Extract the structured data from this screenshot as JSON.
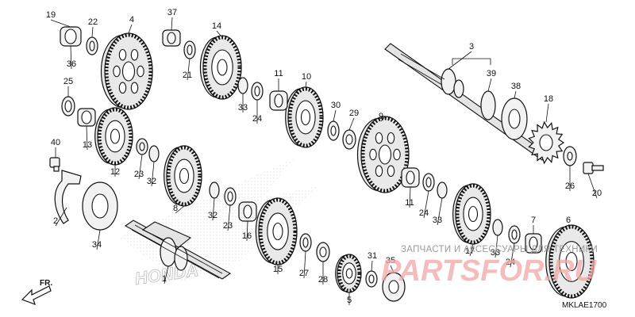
{
  "diagram_code": "MKLAE1700",
  "direction_label": "FR.",
  "watermark": {
    "caption": "ЗАПЧАСТИ И АКСЕССУАРЫ ДЛЯ ТЕХНИКИ",
    "logo": "PARTSFOR.RU"
  },
  "brand_mark": "HONDA",
  "callouts": [
    "19",
    "22",
    "4",
    "37",
    "14",
    "36",
    "25",
    "21",
    "13",
    "33",
    "24",
    "11",
    "10",
    "40",
    "12",
    "23",
    "32",
    "30",
    "29",
    "9",
    "3",
    "39",
    "38",
    "18",
    "8",
    "32",
    "23",
    "26",
    "20",
    "2",
    "34",
    "16",
    "15",
    "11",
    "24",
    "33",
    "1",
    "27",
    "28",
    "5",
    "31",
    "35",
    "17",
    "33",
    "24",
    "7",
    "6"
  ]
}
